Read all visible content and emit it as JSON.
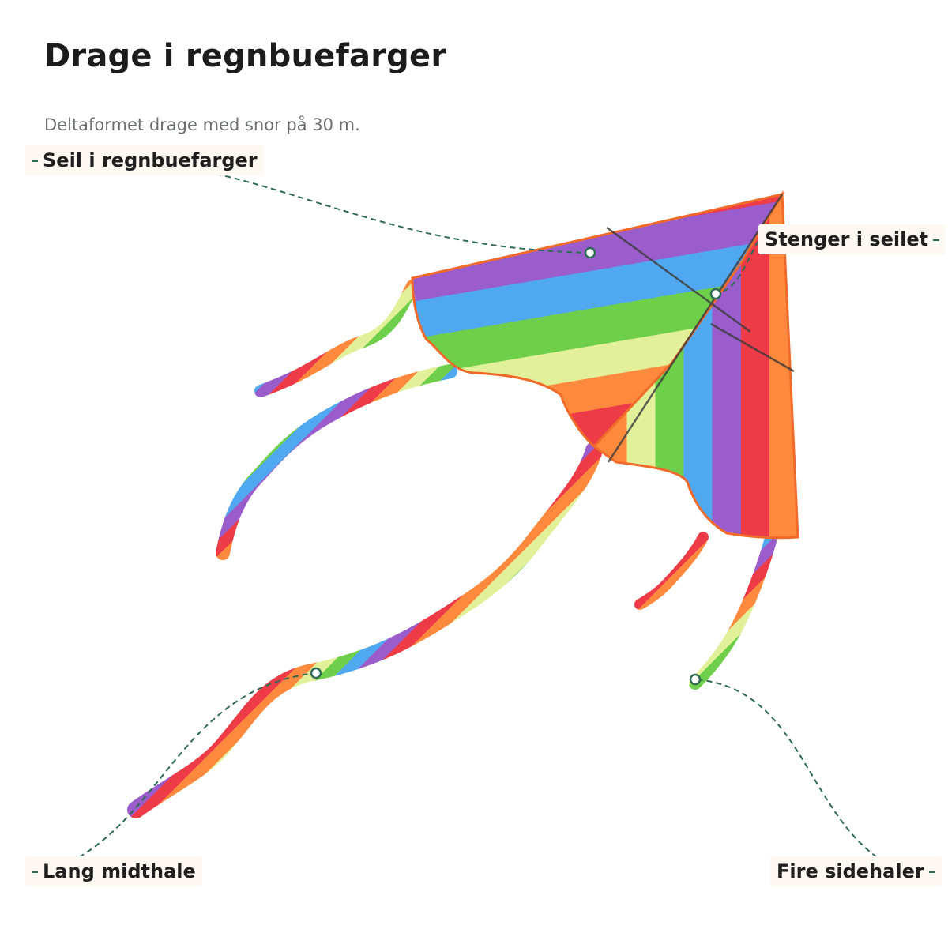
{
  "title": "Drage i regnbuefarger",
  "subtitle": "Deltaformet drage med snor på 30 m.",
  "callouts": {
    "sail": "Seil i regnbuefarger",
    "rods": "Stenger i seilet",
    "middle_tail": "Lang midthale",
    "side_tails": "Fire sidehaler"
  },
  "colors": {
    "leader_line": "#2f6a55",
    "rainbow": [
      "#ff8a3d",
      "#ee3b48",
      "#9b5ccc",
      "#4fa8f0",
      "#6fcf4a",
      "#e2f09a"
    ]
  },
  "icons": {
    "anchor_marker": "ring-marker-icon",
    "kite": "rainbow-delta-kite-icon"
  }
}
